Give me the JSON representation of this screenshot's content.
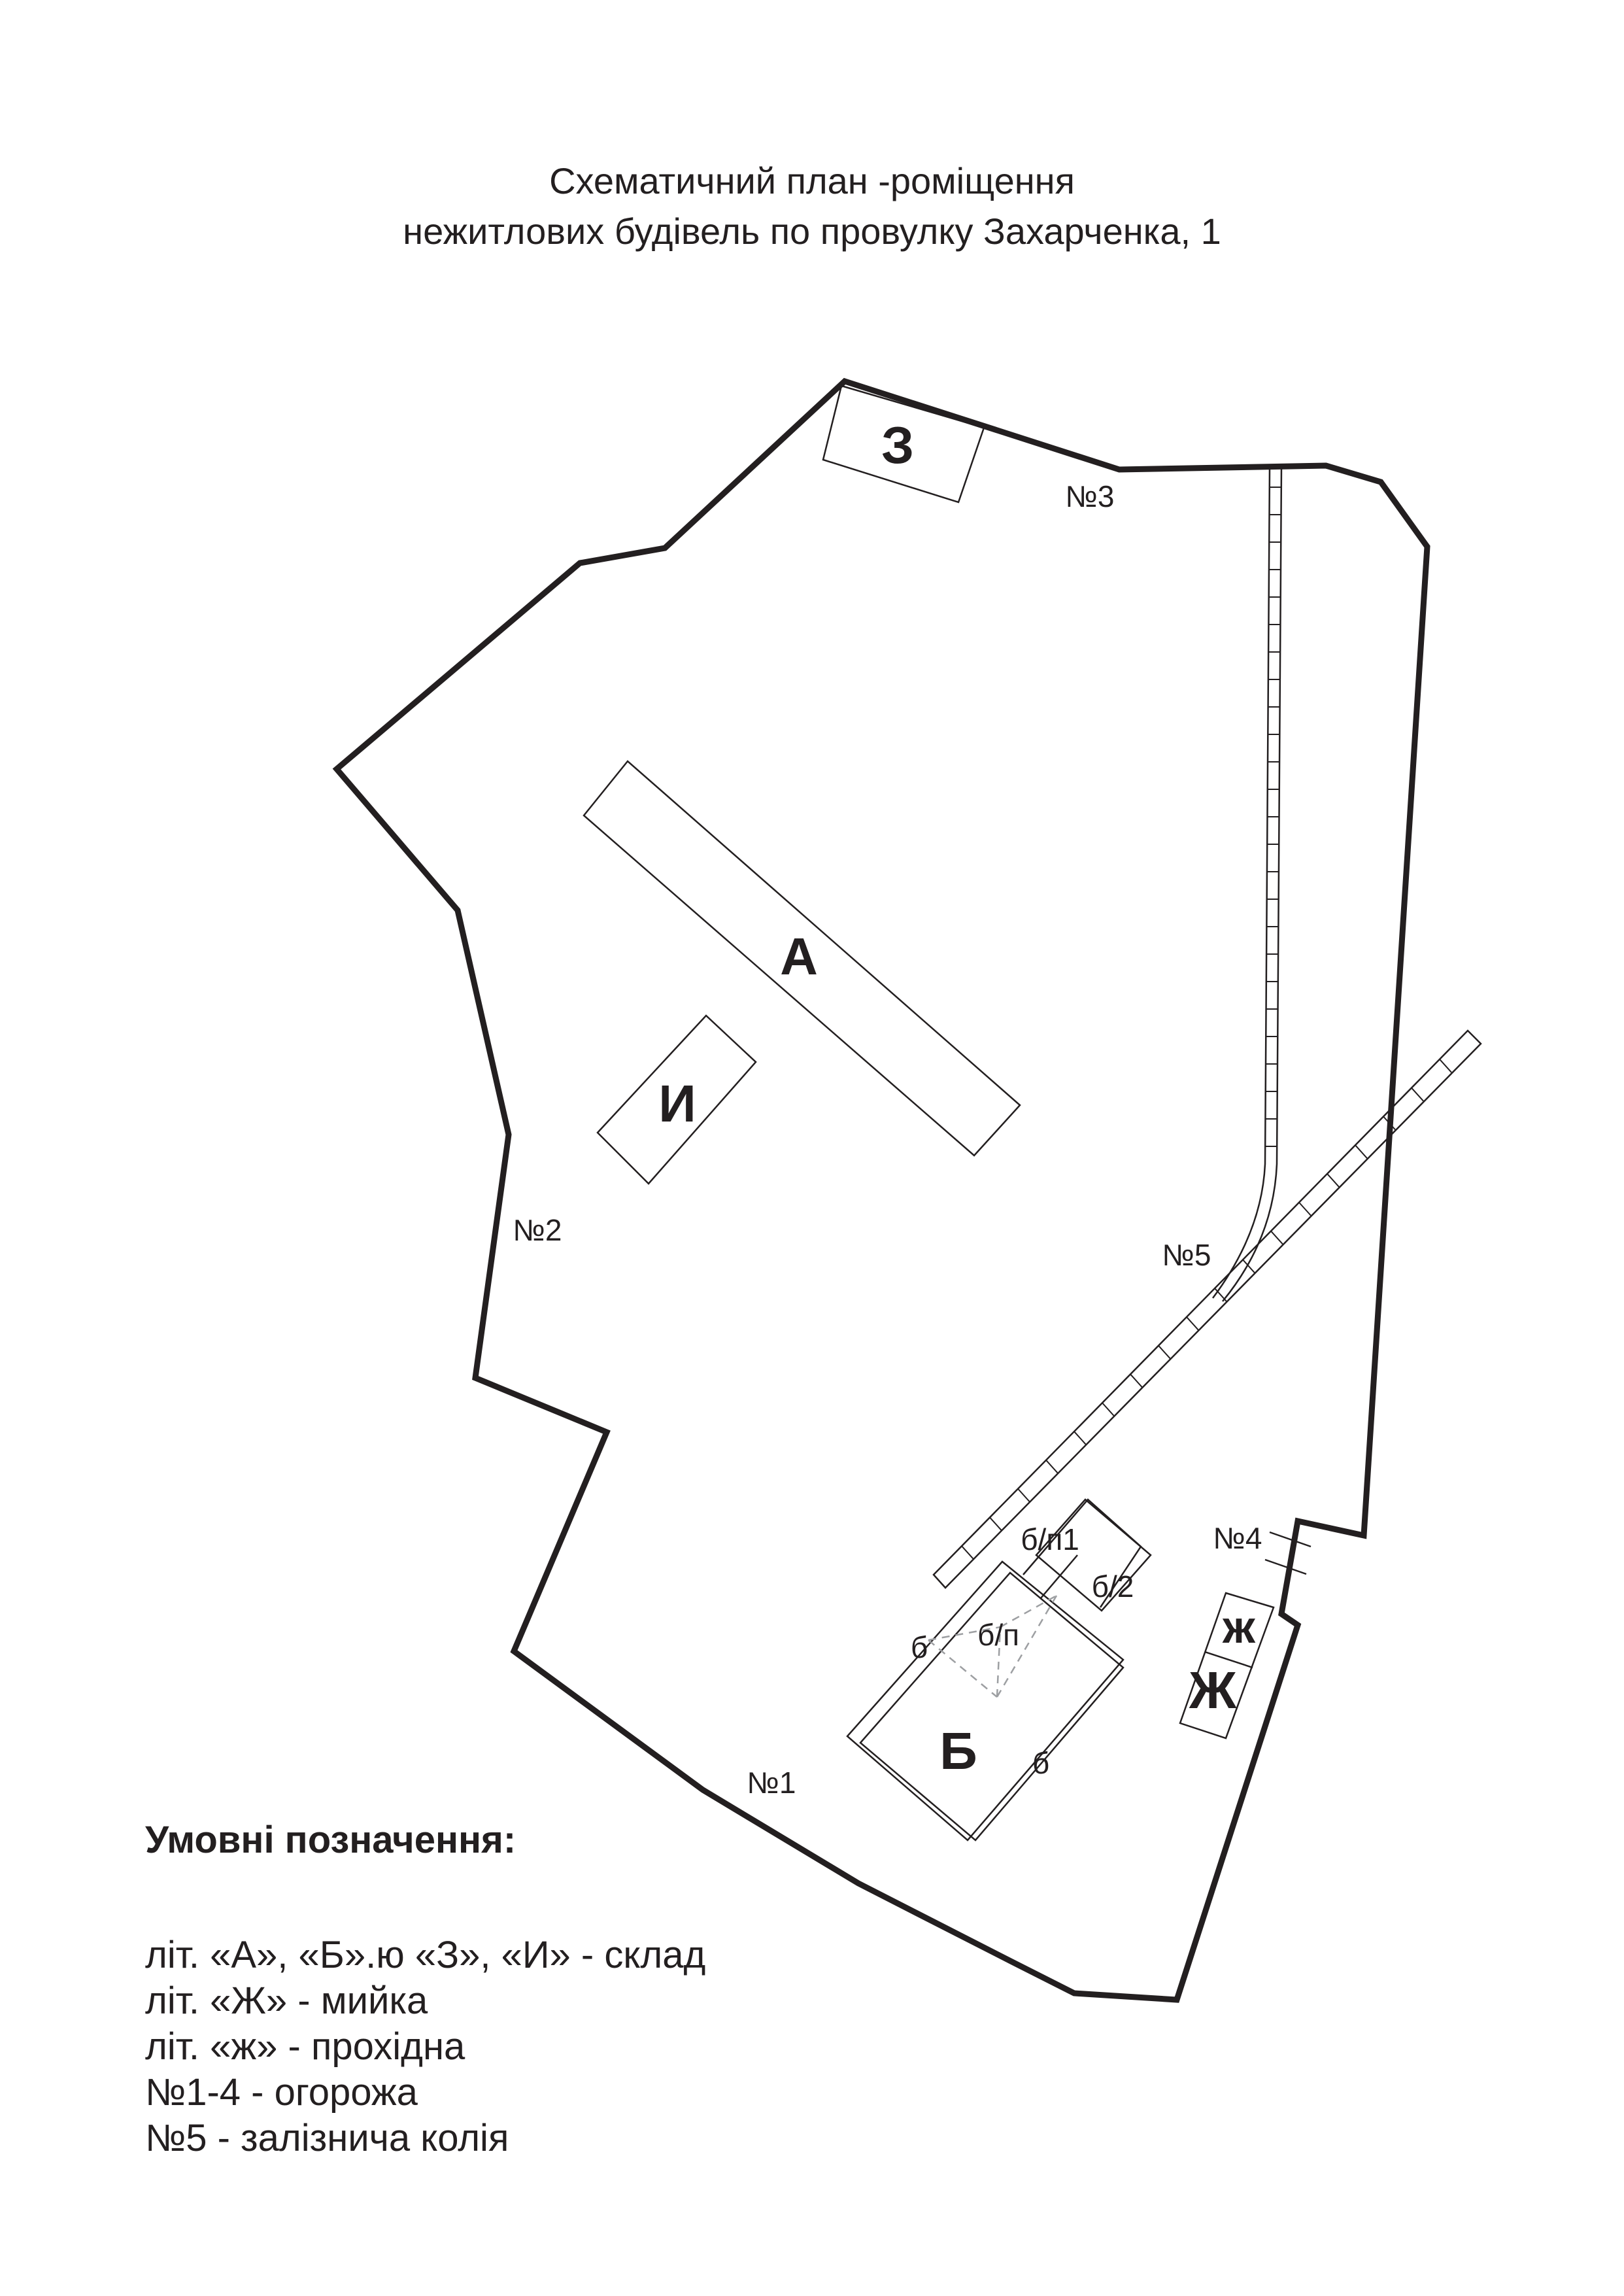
{
  "title": {
    "line1": "Схематичний план -роміщення",
    "line2": "нежитлових будівель по провулку Захарченка, 1"
  },
  "buildings": {
    "A": "А",
    "I": "И",
    "Z": "З",
    "B": "Б",
    "ZH_upper": "Ж",
    "zh_lower": "ж"
  },
  "sub_labels": {
    "b_left": "б",
    "b_right": "б",
    "bp": "б/п",
    "bp1": "б/п1",
    "b2": "б/2"
  },
  "fence_labels": {
    "n1": "№1",
    "n2": "№2",
    "n3": "№3",
    "n4": "№4",
    "n5": "№5"
  },
  "legend": {
    "heading": "Умовні позначення:",
    "items": [
      "літ. «А», «Б».ю «З», «И» - склад",
      "літ. «Ж» - мийка",
      "літ. «ж» - прохідна",
      "№1-4 - огорожа",
      "№5 - залізнича колія"
    ]
  },
  "colors": {
    "ink": "#231f20",
    "dashed": "#9d9fa2",
    "background": "#ffffff"
  }
}
